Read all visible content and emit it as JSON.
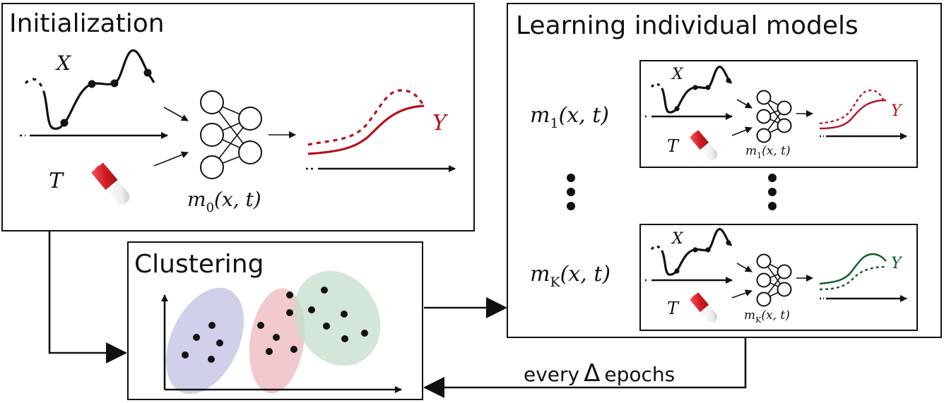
{
  "initialization": {
    "title": "Initialization",
    "x_label": "X",
    "t_label": "T",
    "y_label": "Y",
    "model_label": "m",
    "model_sub": "0",
    "model_args": "(x, t)"
  },
  "clustering": {
    "title": "Clustering"
  },
  "learning": {
    "title": "Learning individual models",
    "model1": {
      "name": "m",
      "sub": "1",
      "args": "(x, t)"
    },
    "modelK": {
      "name": "m",
      "sub": "K",
      "args": "(x, t)"
    },
    "inner1": {
      "x_label": "X",
      "t_label": "T",
      "y_label": "Y",
      "model_name": "m",
      "model_sub": "1",
      "model_args": "(x, t)"
    },
    "innerK": {
      "x_label": "X",
      "t_label": "T",
      "y_label": "Y",
      "model_name": "m",
      "model_sub": "K",
      "model_args": "(x, t)"
    }
  },
  "feedback": {
    "word1": "every",
    "symbol": "Δ",
    "word2": "epochs"
  },
  "colors": {
    "outcome_red": "#b5121b",
    "outcome_green": "#0e5b2a",
    "pill_red": "#d81e27",
    "cluster_blue": "#c9c8e6",
    "cluster_red": "#f0c0c6",
    "cluster_green": "#c7e0cf",
    "point": "#111111"
  }
}
